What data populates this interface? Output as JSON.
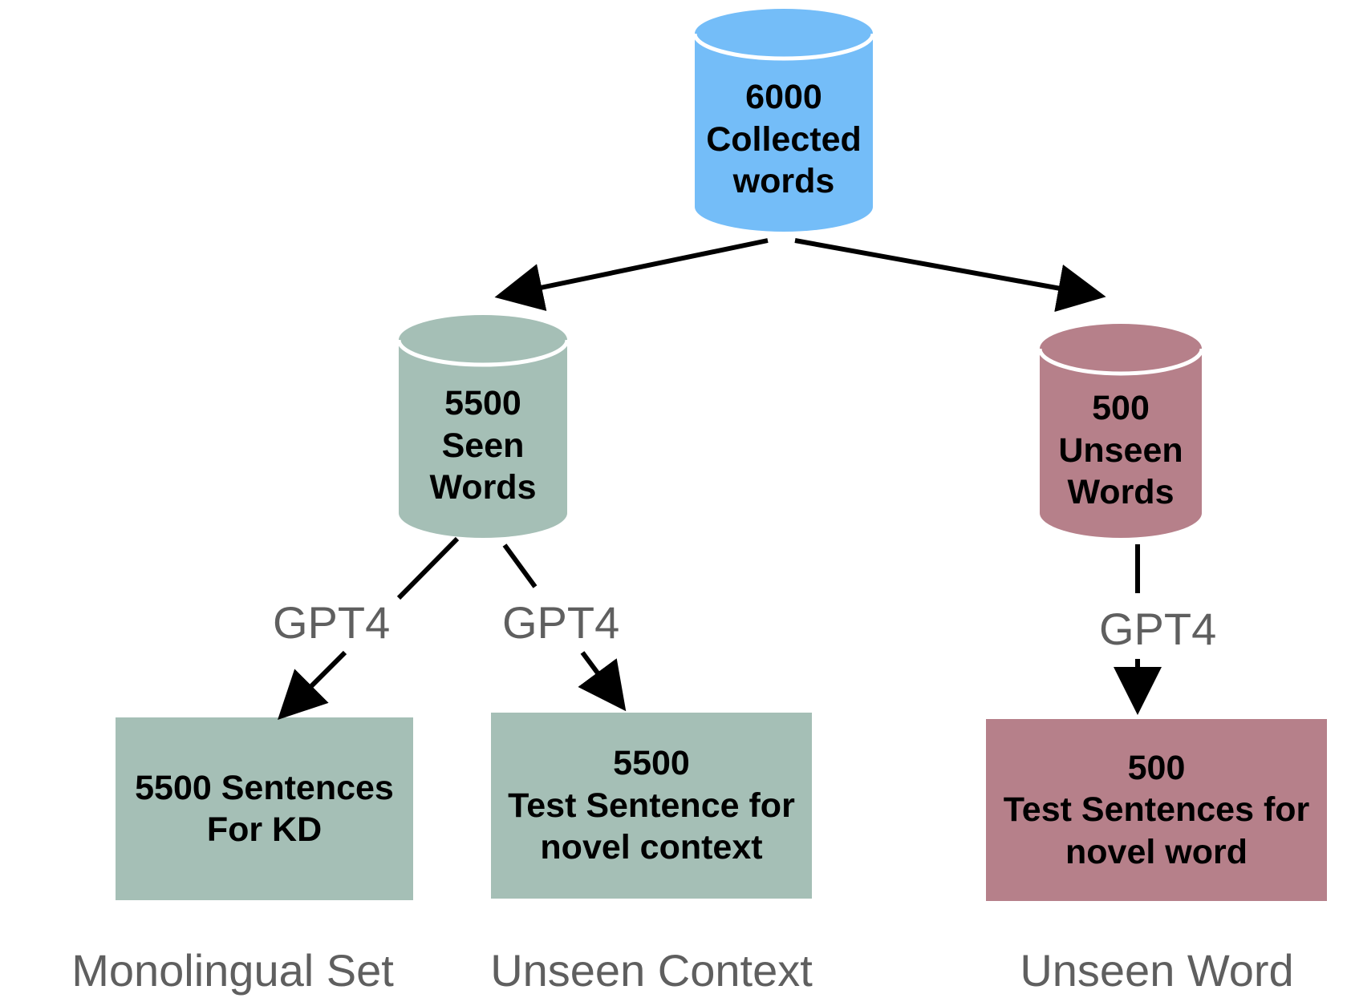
{
  "colors": {
    "top": "#74bdf8",
    "seen": "#a5bfb6",
    "unseen": "#b6808a",
    "edge": "#000000",
    "label": "#5f5f5f"
  },
  "nodes": {
    "collected": {
      "lines": [
        "6000",
        "Collected",
        "words"
      ]
    },
    "seen": {
      "lines": [
        "5500",
        "Seen",
        "Words"
      ]
    },
    "unseen": {
      "lines": [
        "500",
        "Unseen",
        "Words"
      ]
    },
    "kd": {
      "lines": [
        "5500 Sentences",
        "For KD"
      ]
    },
    "novel_context": {
      "lines": [
        "5500",
        "Test Sentence for",
        "novel context"
      ]
    },
    "novel_word": {
      "lines": [
        "500",
        "Test Sentences for",
        "novel word"
      ]
    }
  },
  "edge_labels": {
    "left": "GPT4",
    "middle": "GPT4",
    "right": "GPT4"
  },
  "captions": {
    "mono": "Monolingual Set",
    "context": "Unseen Context",
    "word": "Unseen Word"
  }
}
